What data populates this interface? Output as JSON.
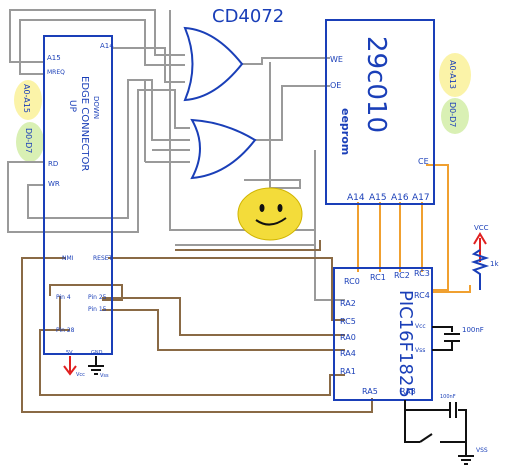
{
  "gate_part": "CD4072",
  "eeprom": {
    "part": "29c010",
    "type_label": "eeprom",
    "pin_we": "WE",
    "pin_oe": "OE",
    "pin_ce": "CE",
    "addr_pins": [
      "A14",
      "A15",
      "A16",
      "A17"
    ],
    "note_addr": "A0-A13",
    "note_data": "D0-D7"
  },
  "edge": {
    "title_line1": "EDGE CONNECTOR",
    "title_line2": "UP",
    "title_line3": "DOWN",
    "pins": {
      "a15": "A15",
      "mreq": "MREQ",
      "a14": "A14",
      "rd": "RD",
      "wr": "WR",
      "nmi": "NMI",
      "reset": "RESET",
      "pin4": "Pin 4",
      "ra25": "Pin 25",
      "pin15": "Pin 15",
      "pin28": "Pin 28",
      "v5": "5V",
      "gnd": "GND",
      "vcc_note": "Vcc",
      "vss_note": "Vss"
    },
    "note_addr": "A0-A15",
    "note_data": "D0-D7"
  },
  "pic": {
    "part": "PIC16F1825",
    "pins": {
      "rc0": "RC0",
      "rc1": "RC1",
      "rc2": "RC2",
      "rc3": "RC3",
      "ra2": "RA2",
      "rc4": "RC4",
      "rc5": "RC5",
      "ra0": "RA0",
      "ra4": "RA4",
      "ra1": "RA1",
      "vcc": "Vcc",
      "vss": "Vss",
      "ra5": "RA5",
      "ra3": "RA3"
    }
  },
  "passives": {
    "vcc": "VCC",
    "resistor": "1k",
    "cap1": "100nF",
    "cap2": "100nF",
    "vss": "VSS"
  },
  "colors": {
    "ink_blue": "#1a3fb8",
    "wire_grey": "#9a9a9a",
    "wire_brown": "#8a6a45",
    "wire_orange": "#f0a030",
    "red": "#e02020",
    "yellow_note": "#fbf3a8",
    "green_note": "#d9f0b4",
    "smiley": "#f3dc3a"
  }
}
